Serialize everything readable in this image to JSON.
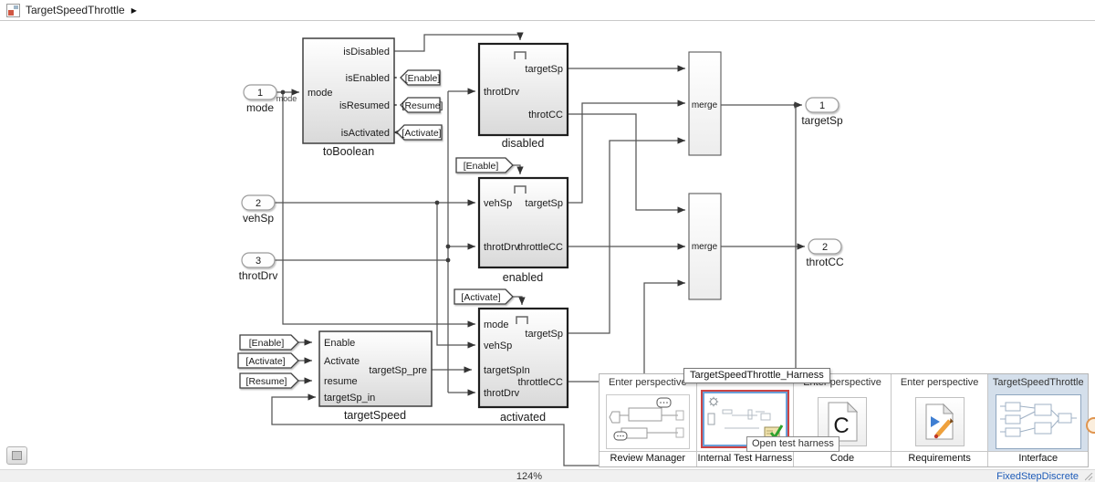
{
  "titlebar": {
    "model": "TargetSpeedThrottle",
    "arrow": "▶"
  },
  "canvas": {
    "inports": [
      {
        "num": "1",
        "label": "mode"
      },
      {
        "num": "2",
        "label": "vehSp"
      },
      {
        "num": "3",
        "label": "throtDrv"
      }
    ],
    "outports": [
      {
        "num": "1",
        "label": "targetSp"
      },
      {
        "num": "2",
        "label": "throtCC"
      }
    ],
    "wire_label": "mode",
    "blocks": {
      "toBoolean": {
        "name": "toBoolean",
        "mode": "mode",
        "isDisabled": "isDisabled",
        "isEnabled": "isEnabled",
        "isResumed": "isResumed",
        "isActivated": "isActivated"
      },
      "disabled": {
        "name": "disabled",
        "throtDrv": "throtDrv",
        "targetSp": "targetSp",
        "throtCC": "throtCC"
      },
      "enabled": {
        "name": "enabled",
        "vehSp": "vehSp",
        "throtDrv": "throtDrv",
        "targetSp": "targetSp",
        "throttleCC": "throttleCC"
      },
      "activated": {
        "name": "activated",
        "mode": "mode",
        "vehSp": "vehSp",
        "targetSpIn": "targetSpIn",
        "throtDrv": "throtDrv",
        "targetSp": "targetSp",
        "throttleCC": "throttleCC"
      },
      "targetSpeed": {
        "name": "targetSpeed",
        "Enable": "Enable",
        "Activate": "Activate",
        "resume": "resume",
        "targetSp_in": "targetSp_in",
        "targetSp_pre": "targetSp_pre"
      },
      "merge": "merge"
    },
    "tags": {
      "enable": "[Enable]",
      "resume": "[Resume]",
      "activate": "[Activate]"
    }
  },
  "panel": {
    "cells": [
      {
        "header": "Enter perspective",
        "label": "Review Manager"
      },
      {
        "header": "",
        "label": "Internal Test Harness"
      },
      {
        "header": "Enter perspective",
        "label": "Code"
      },
      {
        "header": "Enter perspective",
        "label": "Requirements"
      },
      {
        "header": "TargetSpeedThrottle",
        "label": "Interface"
      }
    ],
    "tooltip_top": "TargetSpeedThrottle_Harness",
    "tooltip_bottom": "Open test harness",
    "code_letter": "C"
  },
  "statusbar": {
    "zoom": "124%",
    "solver": "FixedStepDiscrete"
  },
  "colors": {
    "selection_red": "#cc4444",
    "harness_blue": "#6a9fd8",
    "solver_blue": "#1d5bb8",
    "accent_orange": "#e0954f"
  }
}
